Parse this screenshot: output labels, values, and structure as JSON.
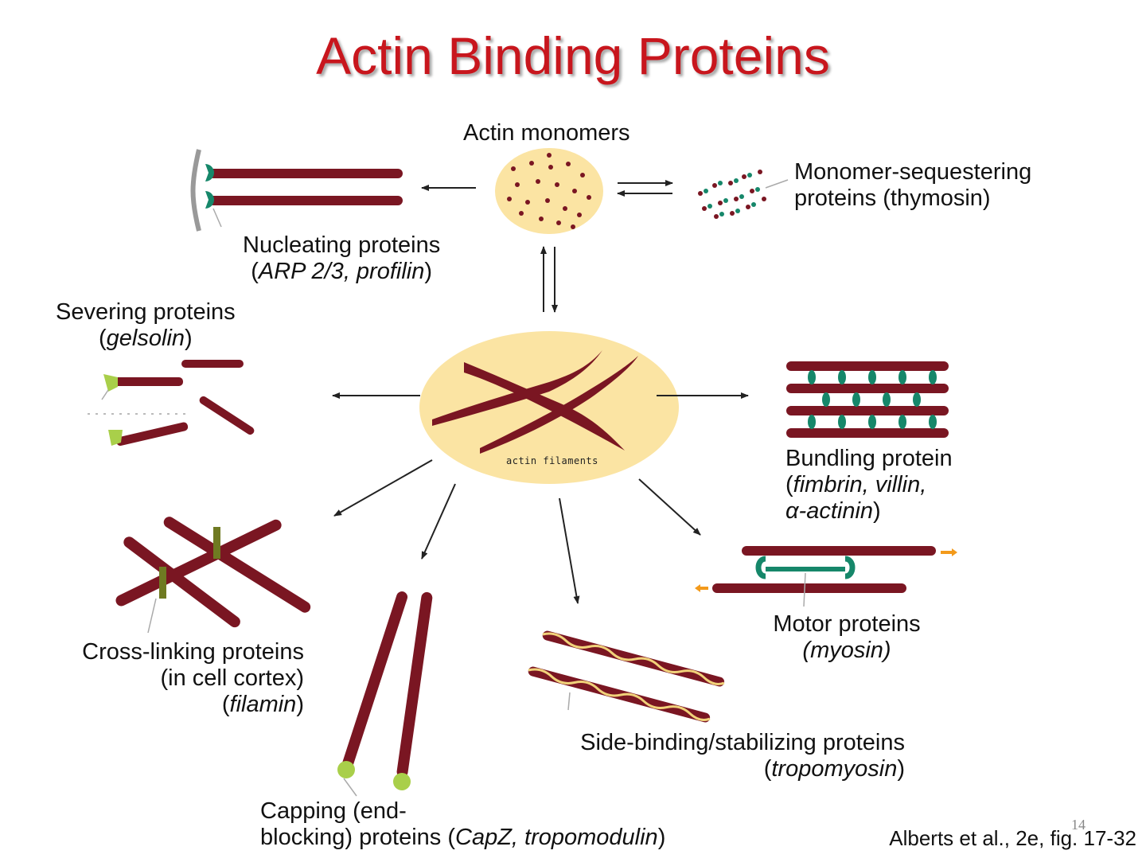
{
  "title": "Actin Binding Proteins",
  "center_label": "actin filaments",
  "monomers": {
    "label": "Actin monomers"
  },
  "sequestering": {
    "line1": "Monomer-sequestering",
    "line2": "proteins (thymosin)"
  },
  "nucleating": {
    "line1": "Nucleating proteins",
    "line2_open": "(",
    "line2_italic": "ARP 2/3, profilin",
    "line2_close": ")"
  },
  "severing": {
    "line1": "Severing proteins",
    "line2_open": "(",
    "line2_italic": "gelsolin",
    "line2_close": ")"
  },
  "bundling": {
    "line1": "Bundling protein",
    "line2_open": "(",
    "line2_italic": "fimbrin, villin,",
    "line3_italic": "α-actinin",
    "line3_close": ")"
  },
  "crosslinking": {
    "line1": "Cross-linking proteins",
    "line2": "(in cell cortex)",
    "line3_open": "(",
    "line3_italic": "filamin",
    "line3_close": ")"
  },
  "capping": {
    "line1": "Capping (end-",
    "line2_a": "blocking) proteins (",
    "line2_italic": "CapZ, tropomodulin",
    "line2_close": ")"
  },
  "sidebinding": {
    "line1": "Side-binding/stabilizing proteins",
    "line2_open": "(",
    "line2_italic": "tropomyosin",
    "line2_close": ")"
  },
  "motor": {
    "line1": "Motor proteins",
    "line2_italic": "(myosin)"
  },
  "citation": "Alberts et al., 2e, fig. 17-32",
  "page_number": "14",
  "colors": {
    "title": "#c8161d",
    "filament": "#7a1622",
    "pale_yellow": "#fbe4a3",
    "green_protein": "#16876a",
    "lime_cap": "#a9cf4a",
    "olive_link": "#6f7a22",
    "orange_arrow": "#f39a1b"
  }
}
